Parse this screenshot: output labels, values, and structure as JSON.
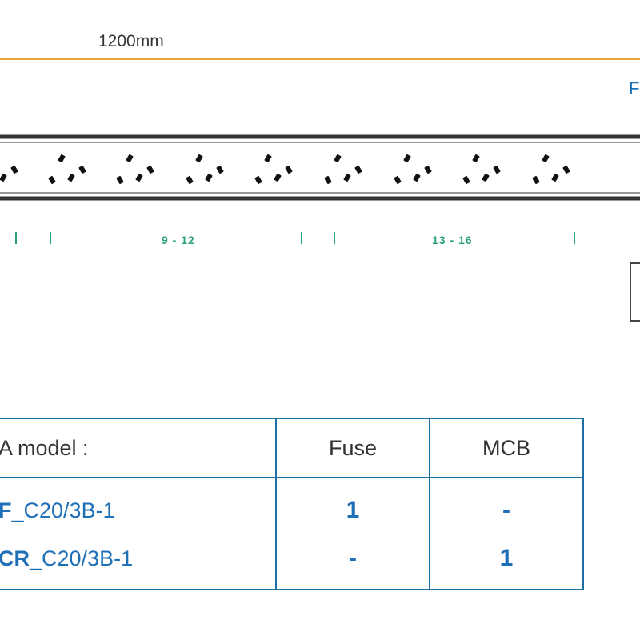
{
  "dimension": {
    "label": "1200mm"
  },
  "corner_label": "F",
  "group_labels": [
    "9 - 12",
    "13 - 16"
  ],
  "table": {
    "headers": {
      "model": "A model :",
      "fuse": "Fuse",
      "mcb": "MCB"
    },
    "rows": [
      {
        "model_strong": "F",
        "model_rest": "_C20/3B-1",
        "fuse": "1",
        "mcb": "-"
      },
      {
        "model_strong": "CR",
        "model_rest": "_C20/3B-1",
        "fuse": "-",
        "mcb": "1"
      }
    ]
  },
  "colors": {
    "dimension_line": "#e8a33a",
    "label_blue": "#1a6fb3",
    "group_green": "#2aa07a",
    "table_border": "#1b6fa5"
  }
}
